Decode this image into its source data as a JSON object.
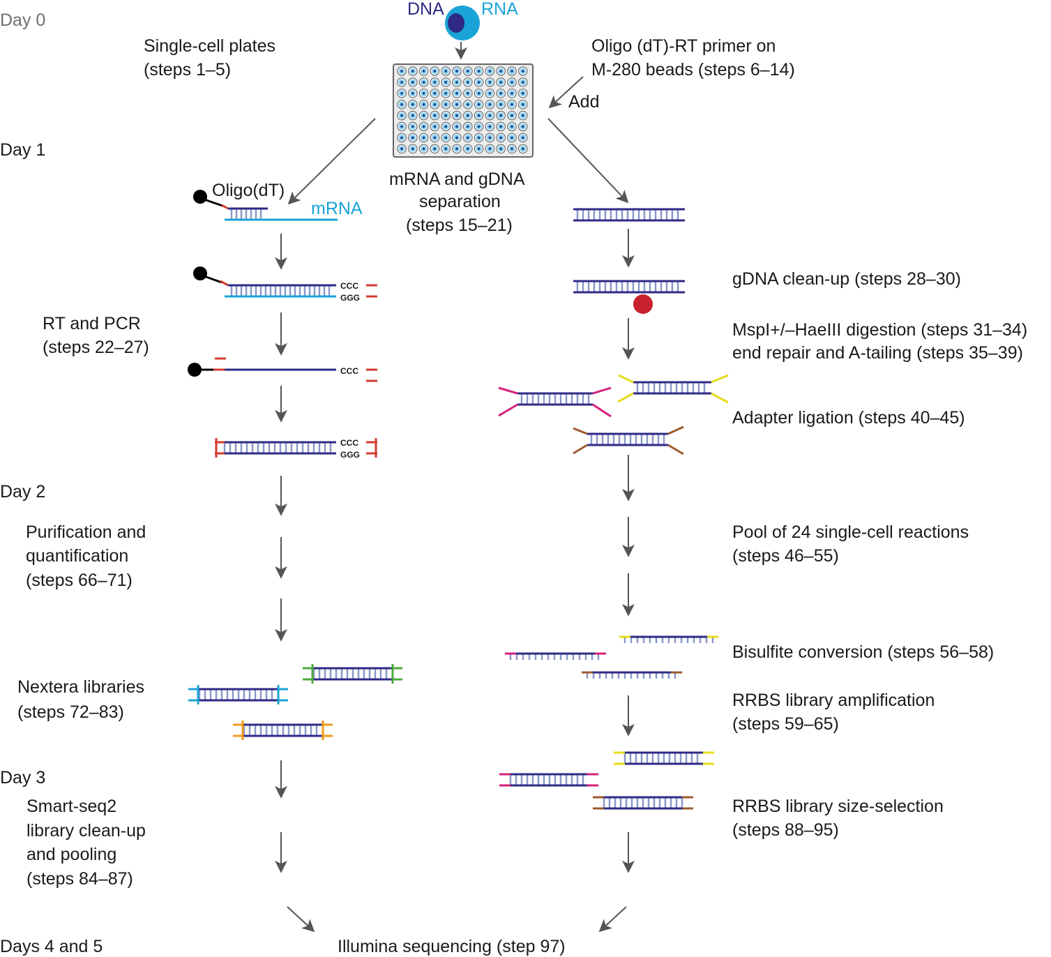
{
  "colors": {
    "strand_dark": "#2e2a86",
    "rung": "#8a98c8",
    "cyan": "#1aa3d6",
    "red": "#d63a2f",
    "magenta": "#d61f7a",
    "yellow": "#e6dc1a",
    "brown": "#9c5a2e",
    "green": "#4caa3a",
    "orange": "#f09a1a",
    "bead": "#000000",
    "digest_dot": "#c8222c",
    "arrow": "#555555"
  },
  "days": {
    "day0": "Day 0",
    "day1": "Day 1",
    "day2": "Day 2",
    "day3": "Day 3",
    "day45": "Days 4 and 5"
  },
  "top": {
    "dna_label": "DNA",
    "rna_label": "RNA",
    "single_cell_plates": [
      "Single-cell plates",
      "(steps 1–5)"
    ],
    "oligo_primer": [
      "Oligo (dT)-RT primer on",
      "M-280 beads (steps 6–14)"
    ],
    "add_label": "Add",
    "separation": [
      "mRNA and gDNA",
      "separation",
      "(steps 15–21)"
    ],
    "plate_icon": "96-well-plate-icon",
    "cell_icon": "cell-nucleus-icon"
  },
  "left": {
    "oligo_dt": "Oligo(dT)",
    "mrna": "mRNA",
    "ccc": "CCC",
    "ggg": "GGG",
    "rt_pcr": [
      "RT and PCR",
      "(steps 22–27)"
    ],
    "purification": [
      "Purification and",
      "quantification",
      "(steps 66–71)"
    ],
    "nextera": [
      "Nextera libraries",
      "(steps 72–83)"
    ],
    "smartseq": [
      "Smart-seq2",
      "library clean-up",
      "and pooling",
      "(steps 84–87)"
    ]
  },
  "right": {
    "gdna_cleanup": "gDNA clean-up (steps 28–30)",
    "digestion": [
      "MspI+/–HaeIII digestion (steps 31–34)",
      "end repair and A-tailing (steps 35–39)"
    ],
    "adapter": "Adapter ligation (steps 40–45)",
    "pool": [
      "Pool of 24 single-cell reactions",
      "(steps 46–55)"
    ],
    "bisulfite": "Bisulfite conversion (steps 56–58)",
    "rrbs_amp": [
      "RRBS library amplification",
      "(steps 59–65)"
    ],
    "rrbs_size": [
      "RRBS library size-selection",
      "(steps 88–95)"
    ]
  },
  "bottom": {
    "sequencing": "Illumina sequencing (step 97)"
  }
}
